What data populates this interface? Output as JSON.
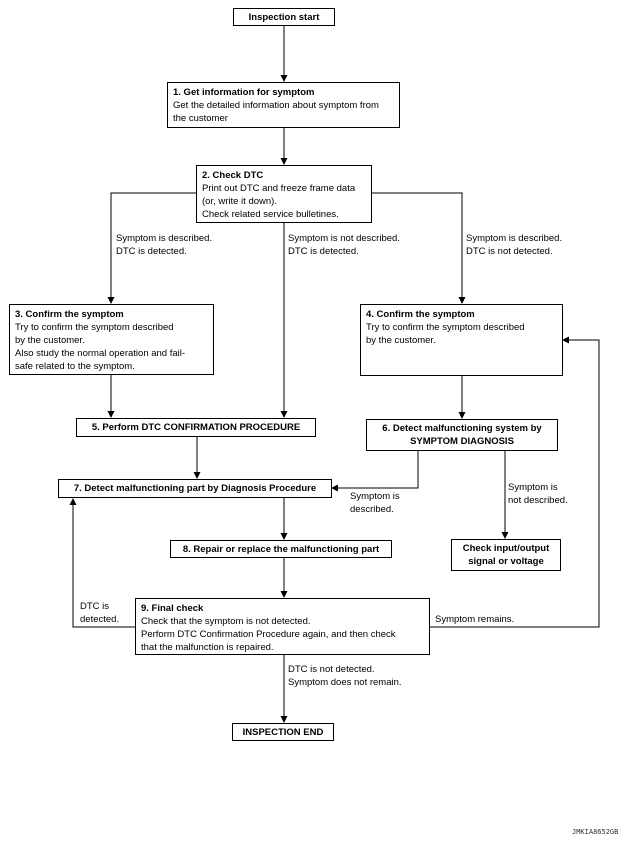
{
  "steps": {
    "start": "Inspection start",
    "s1": {
      "title": "1. Get information for symptom",
      "body": "Get the detailed information about symptom from the customer"
    },
    "s2": {
      "title": "2. Check DTC",
      "body_lines": [
        "Print out DTC and freeze frame data",
        "(or, write it down).",
        "Check related service bulletines."
      ]
    },
    "s3": {
      "title": "3. Confirm the symptom",
      "body_lines": [
        "Try to confirm the symptom described",
        "by the customer.",
        "Also study the normal operation and fail-",
        "safe related to the symptom."
      ]
    },
    "s4": {
      "title": "4. Confirm the symptom",
      "body_lines": [
        "Try to confirm the symptom described",
        "by the customer."
      ]
    },
    "s5": "5. Perform DTC CONFIRMATION PROCEDURE",
    "s6": {
      "title_lines": [
        "6. Detect malfunctioning system by",
        "SYMPTOM DIAGNOSIS"
      ]
    },
    "s7": "7. Detect malfunctioning part by Diagnosis Procedure",
    "s8": "8. Repair or replace the malfunctioning part",
    "check_io": [
      "Check input/output",
      "signal or voltage"
    ],
    "s9": {
      "title": "9. Final check",
      "body_lines": [
        "Check that the symptom is not detected.",
        "Perform DTC Confirmation Procedure again, and then check",
        "that the malfunction is repaired."
      ]
    },
    "end": "INSPECTION END"
  },
  "labels": {
    "branch_left": [
      "Symptom is described.",
      "DTC is detected."
    ],
    "branch_mid": [
      "Symptom is not described.",
      "DTC is detected."
    ],
    "branch_right": [
      "Symptom is described.",
      "DTC is not detected."
    ],
    "s6_described": [
      "Symptom is",
      "described."
    ],
    "s6_not_described": [
      "Symptom is",
      "not described."
    ],
    "dtc_detected": [
      "DTC is",
      "detected."
    ],
    "symptom_remains": "Symptom remains.",
    "final_ok": [
      "DTC is not detected.",
      "Symptom does not remain."
    ]
  },
  "figure_code": "JMKIA8652GB"
}
